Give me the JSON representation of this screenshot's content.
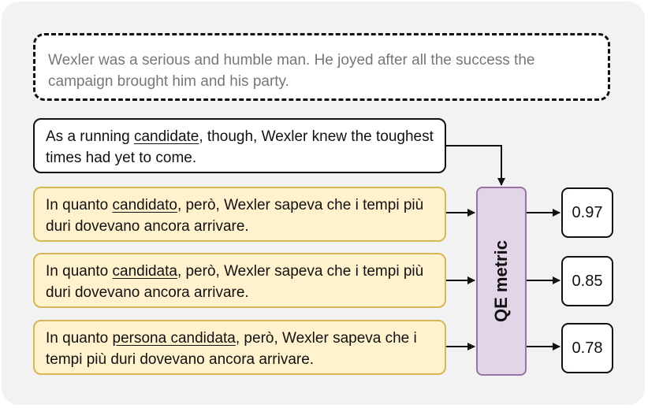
{
  "context": {
    "text": "Wexler was a serious and humble man. He joyed after all the success the campaign brought him and his party."
  },
  "source": {
    "before": "As a running ",
    "highlight": "candidate",
    "after": ", though, Wexler knew the toughest times had yet to come."
  },
  "candidates": [
    {
      "before": "In quanto ",
      "highlight": "candidato",
      "after": ", però, Wexler sapeva che i tempi più duri dovevano ancora arrivare."
    },
    {
      "before": "In quanto ",
      "highlight": "candidata",
      "after": ", però, Wexler sapeva che i tempi più duri dovevano ancora arrivare."
    },
    {
      "before": "In quanto ",
      "highlight": "persona candidata",
      "after": ", però, Wexler sapeva che i tempi più duri dovevano ancora arrivare."
    }
  ],
  "metric": {
    "label": "QE metric"
  },
  "scores": [
    "0.97",
    "0.85",
    "0.78"
  ]
}
